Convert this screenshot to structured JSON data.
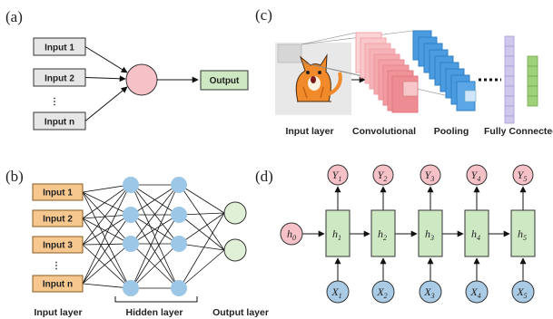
{
  "panels": {
    "a": "(a)",
    "b": "(b)",
    "c": "(c)",
    "d": "(d)"
  },
  "a": {
    "inputs": [
      "Input 1",
      "Input 2",
      "Input n"
    ],
    "dots": "⋮",
    "output": "Output"
  },
  "b": {
    "inputs": [
      "Input 1",
      "Input 2",
      "Input 3",
      "Input n"
    ],
    "dots": "⋮",
    "layer_labels": {
      "input": "Input layer",
      "hidden": "Hidden layer",
      "output": "Output layer"
    }
  },
  "c": {
    "labels": {
      "input": "Input layer",
      "conv": "Convolutional",
      "pool": "Pooling",
      "fc": "Fully Connected"
    }
  },
  "d": {
    "h0": {
      "base": "h",
      "sub": "0"
    },
    "h": [
      {
        "base": "h",
        "sub": "1"
      },
      {
        "base": "h",
        "sub": "2"
      },
      {
        "base": "h",
        "sub": "3"
      },
      {
        "base": "h",
        "sub": "4"
      },
      {
        "base": "h",
        "sub": "5"
      }
    ],
    "y": [
      {
        "base": "Y",
        "sub": "1"
      },
      {
        "base": "Y",
        "sub": "2"
      },
      {
        "base": "Y",
        "sub": "3"
      },
      {
        "base": "Y",
        "sub": "4"
      },
      {
        "base": "Y",
        "sub": "5"
      }
    ],
    "x": [
      {
        "base": "X",
        "sub": "1"
      },
      {
        "base": "X",
        "sub": "2"
      },
      {
        "base": "X",
        "sub": "3"
      },
      {
        "base": "X",
        "sub": "4"
      },
      {
        "base": "X",
        "sub": "5"
      }
    ]
  },
  "colors": {
    "input_box_gray": "#e6e6e6",
    "input_box_orange": "#f6c890",
    "neuron_pink": "#f6c2c8",
    "output_green": "#cfe8c4",
    "hidden_blue": "#9cc7e6",
    "rnn_x_blue": "#a9cbe6",
    "conv_red": "#f2a4a8",
    "pool_blue": "#3a8fd8",
    "fc_purple": "#cfc8ec",
    "fc_green": "#9fd07a"
  }
}
